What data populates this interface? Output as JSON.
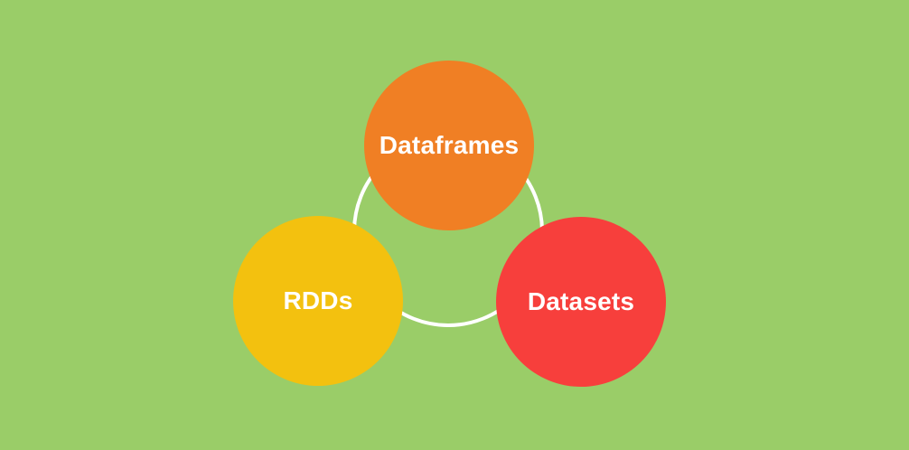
{
  "diagram": {
    "colors": {
      "background": "#9acd68",
      "ring": "#ffffff",
      "label": "#ffffff"
    },
    "nodes": [
      {
        "id": "dataframes",
        "label": "Dataframes",
        "color": "#f07f24"
      },
      {
        "id": "rdds",
        "label": "RDDs",
        "color": "#f3c10f"
      },
      {
        "id": "datasets",
        "label": "Datasets",
        "color": "#f73f3c"
      }
    ]
  }
}
